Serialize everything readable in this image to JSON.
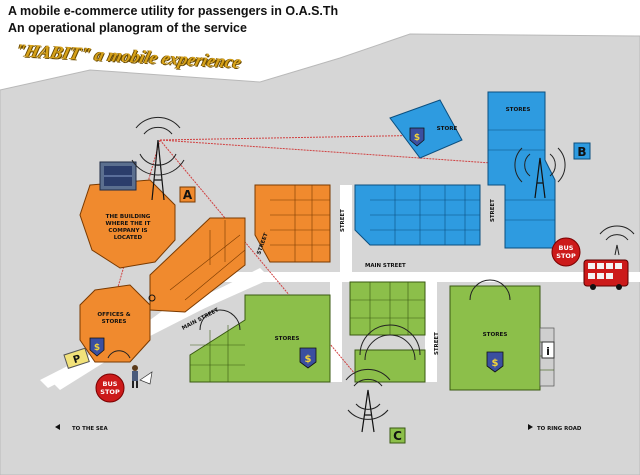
{
  "header": {
    "line1": "A mobile e-commerce utility for passengers in O.A.S.Th",
    "line2": "An operational planogram of the service",
    "banner": "\"HABIT\" a mobile experience"
  },
  "zones": {
    "a": "A",
    "b": "B",
    "c": "C"
  },
  "labels": {
    "building_1": "THE BUILDING",
    "building_2": "WHERE THE IT",
    "building_3": "COMPANY IS",
    "building_4": "LOCATED",
    "offices_1": "OFFICES &",
    "offices_2": "STORES",
    "stores_b": "STORES",
    "stores_small": "STORE",
    "stores_c_left": "STORES",
    "stores_c_right": "STORES",
    "main_street_top": "MAIN STREET",
    "main_street_diag": "MAIN STREET",
    "street_a": "STREET",
    "street_b": "STREET",
    "street_c1": "STREET",
    "street_c2": "STREET",
    "parking": "P",
    "info": "i",
    "bus_stop_1a": "BUS",
    "bus_stop_1b": "STOP",
    "bus_stop_2a": "BUS",
    "bus_stop_2b": "STOP",
    "to_sea": "TO THE SEA",
    "to_ring": "TO RING ROAD"
  },
  "colors": {
    "ground": "#d6d6d6",
    "orange": "#f08a2e",
    "blue": "#2e9be0",
    "green": "#8cbf4a",
    "red": "#cc1a1a",
    "road": "#ffffff"
  }
}
